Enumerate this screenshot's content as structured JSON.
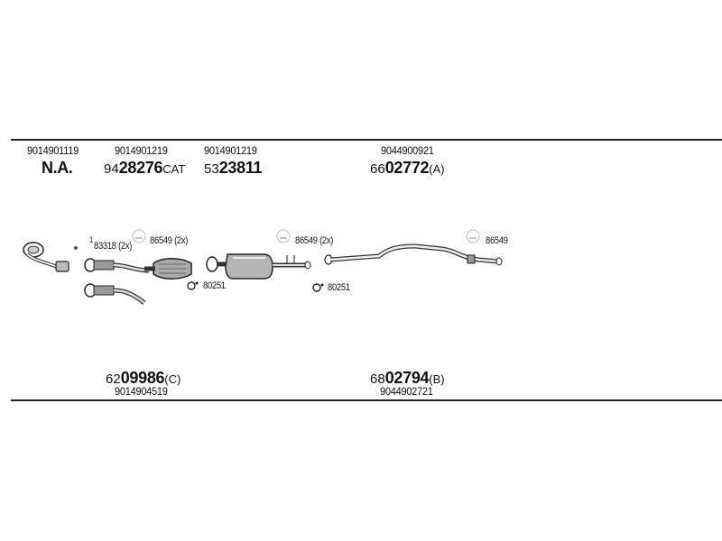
{
  "top_row": {
    "code_1": "9014901119",
    "code_2": "9014901219",
    "code_3": "9014901219",
    "code_4": "9044900921",
    "label_1": "N.A.",
    "part_2": {
      "prefix": "94",
      "main": "28276",
      "suffix": "CAT"
    },
    "part_3": {
      "prefix": "53",
      "main": "23811",
      "suffix": ""
    },
    "part_4": {
      "prefix": "66",
      "main": "02772",
      "suffix": "(A)"
    }
  },
  "clamps": {
    "c1": "83318 (2x)",
    "c1_marker": "1",
    "c2": "86549 (2x)",
    "c3": "86549 (2x)",
    "c4": "86549",
    "c5": "80251",
    "c6": "80251"
  },
  "bottom_row": {
    "part_5": {
      "prefix": "62",
      "main": "09986",
      "suffix": "(C)"
    },
    "code_5": "9014904519",
    "part_6": {
      "prefix": "68",
      "main": "02794",
      "suffix": "(B)"
    },
    "code_6": "9044902721"
  }
}
